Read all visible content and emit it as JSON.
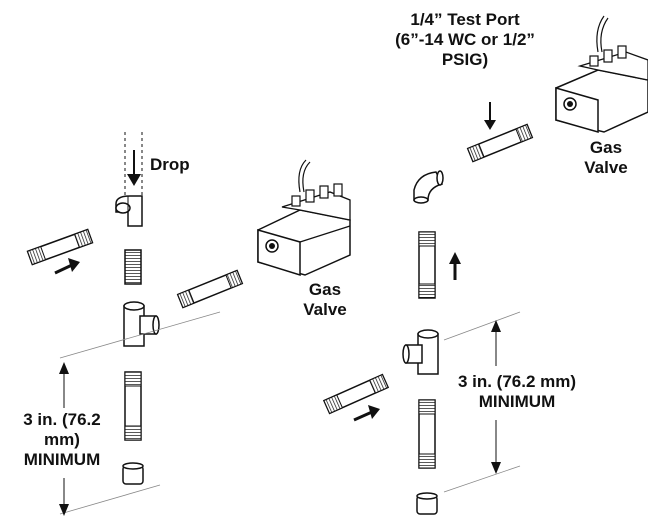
{
  "labels": {
    "test_port_line1": "1/4” Test Port",
    "test_port_line2": "(6”-14 WC or 1/2”",
    "test_port_line3": "PSIG)",
    "drop": "Drop",
    "gas_valve_left_line1": "Gas",
    "gas_valve_left_line2": "Valve",
    "gas_valve_right_line1": "Gas",
    "gas_valve_right_line2": "Valve",
    "min_left_line1": "3 in. (76.2",
    "min_left_line2": "mm)",
    "min_left_line3": "MINIMUM",
    "min_right_line1": "3 in. (76.2 mm)",
    "min_right_line2": "MINIMUM"
  },
  "colors": {
    "ink": "#111111",
    "fill": "#ffffff",
    "guide": "#888888"
  }
}
